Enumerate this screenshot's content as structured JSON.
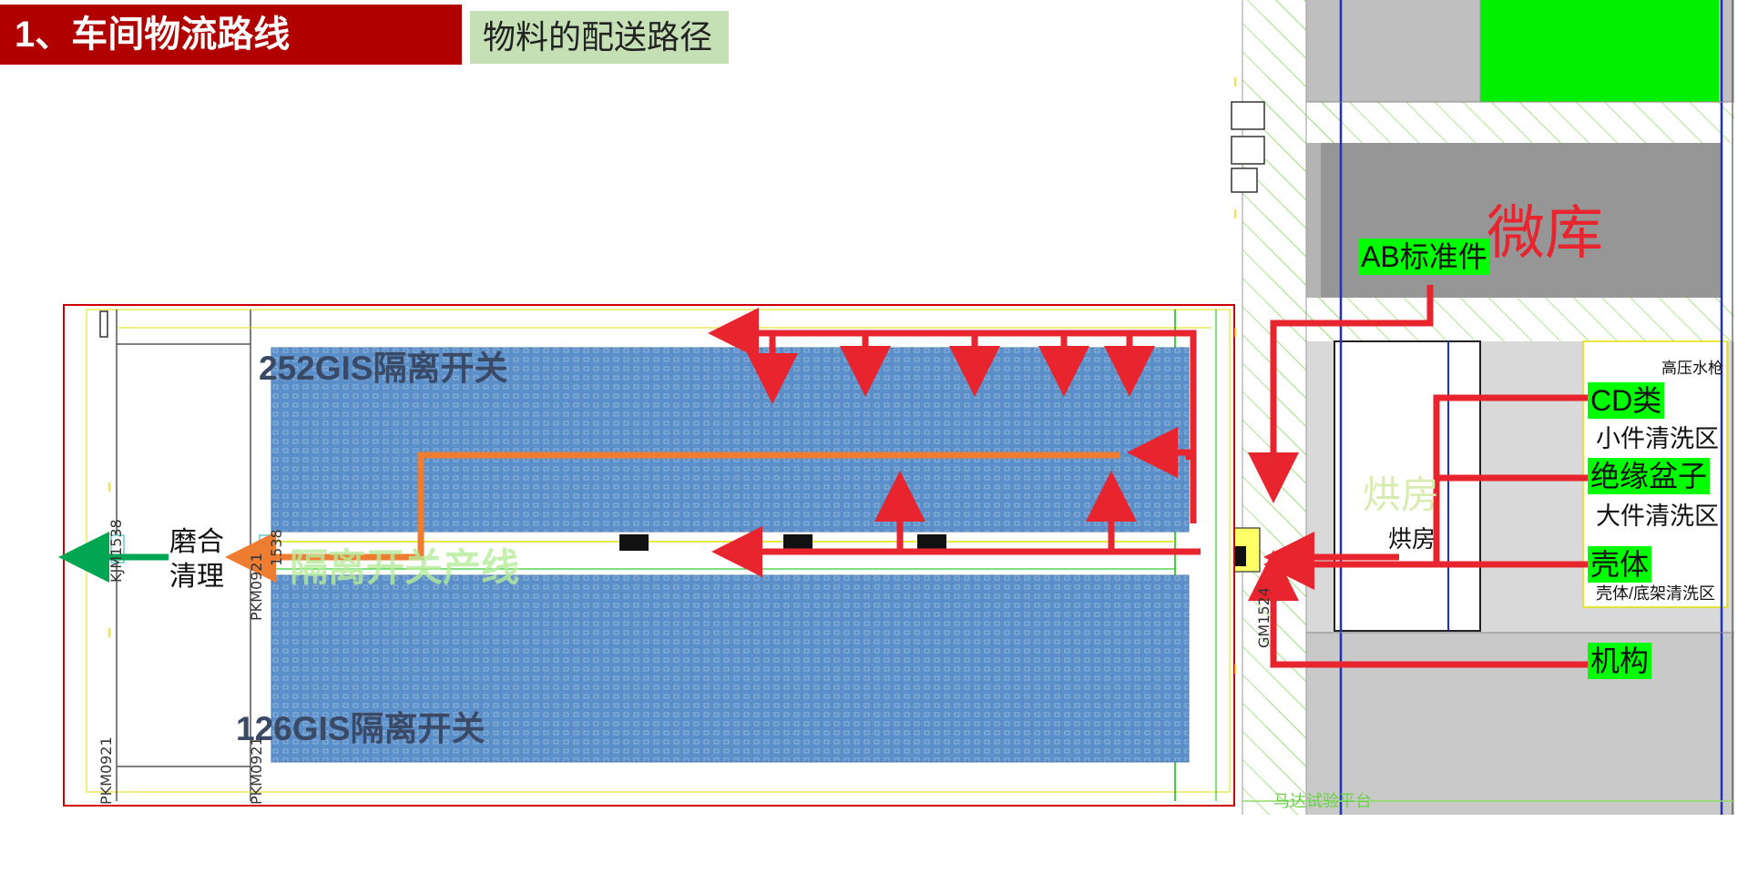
{
  "header": {
    "title": "1、车间物流路线",
    "subtitle": "物料的配送路径"
  },
  "zones": {
    "gis252": "252GIS隔离开关",
    "gis126": "126GIS隔离开关",
    "line_faded": "隔离开关产线",
    "grinding_line1": "磨合",
    "grinding_line2": "清理",
    "micro_store": "微库",
    "oven_faded": "烘房",
    "oven": "烘房",
    "stacker": "高压水枪",
    "small_parts_clean": "小件清洗区",
    "large_parts_clean": "大件清洗区",
    "shell_clean": "壳体/底架清洗区",
    "platform": "马达试验平台"
  },
  "tags": {
    "ab_std": "AB标准件",
    "cd": "CD类",
    "insulator": "绝缘盆子",
    "shell": "壳体",
    "mechanism": "机构"
  },
  "codes": {
    "kjm_left": "KJM1538",
    "pkm_mid_top": "PKM0921",
    "pkm_mid_top_num": "1538",
    "pkm_left_bottom": "PKM0921",
    "pkm_mid_bottom": "PKM0921",
    "gm": "GM1524"
  },
  "colors": {
    "title_bg": "#b00000",
    "subtitle_bg": "#c5e0b4",
    "route_red": "#e8252e",
    "route_orange": "#ee7d31",
    "exit_green": "#00a651",
    "workstation_blue": "#5b8fc9",
    "tag_green": "#00ff00",
    "micro_red": "#e8252e"
  }
}
